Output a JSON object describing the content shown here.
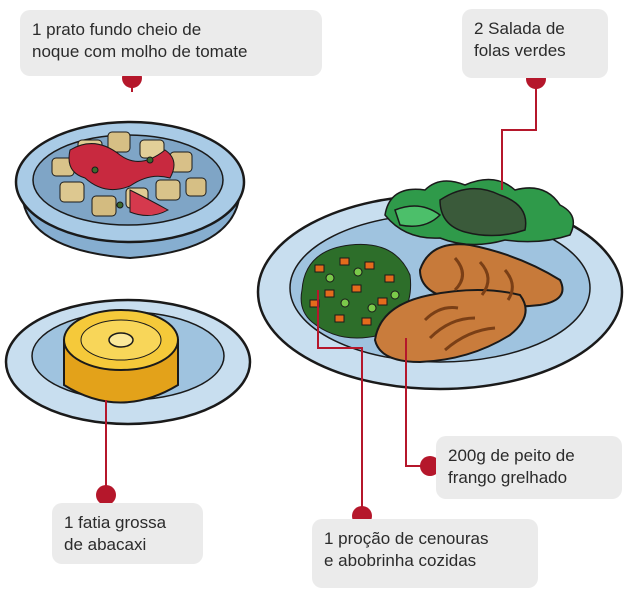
{
  "labels": {
    "noque": {
      "line1": "1 prato fundo cheio de",
      "line2": "noque com molho de tomate"
    },
    "salada": {
      "line1": "2 Salada de",
      "line2": "folas verdes"
    },
    "frango": {
      "line1": "200g de peito de",
      "line2": "frango grelhado"
    },
    "abacaxi": {
      "line1": "1 fatia grossa",
      "line2": "de abacaxi"
    },
    "cenoura": {
      "line1": "1 proção de cenouras",
      "line2": "e abobrinha cozidas"
    }
  },
  "colors": {
    "leader": "#b5172b",
    "plate": "#9fc3df",
    "plate_rim": "#c8deef",
    "label_bg": "#ebebeb"
  }
}
